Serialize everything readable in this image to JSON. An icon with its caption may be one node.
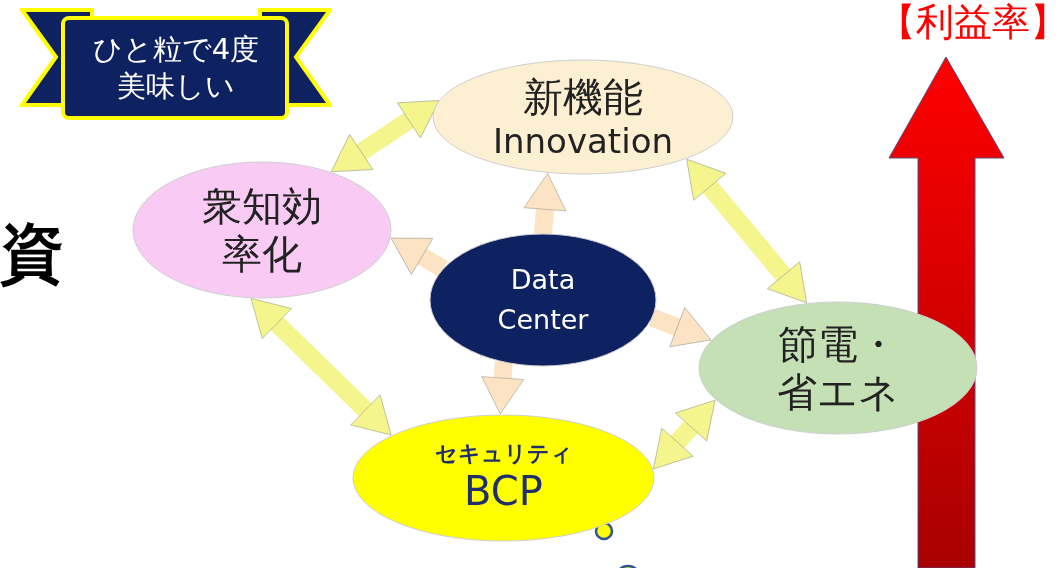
{
  "diagram": {
    "nodes": [
      {
        "text": [
          "ひと粒で4度美味しい"
        ]
      },
      {
        "text": [
          "新機能",
          "Innovation"
        ]
      },
      {
        "text": [
          "衆知効率化"
        ]
      },
      {
        "text": [
          "Data Center"
        ]
      },
      {
        "text": [
          "節電・省エネ"
        ]
      },
      {
        "text": [
          "セキュリティ",
          "BCP"
        ]
      }
    ],
    "edges": [
      {
        "from": 1,
        "to": 2,
        "arrow": "both",
        "color": "#f4f58c"
      },
      {
        "from": 1,
        "to": 4,
        "arrow": "both",
        "color": "#f4f58c"
      },
      {
        "from": 2,
        "to": 5,
        "arrow": "both",
        "color": "#f4f58c"
      },
      {
        "from": 5,
        "to": 4,
        "arrow": "both",
        "color": "#f4f58c"
      },
      {
        "from": 3,
        "to": 1,
        "arrow": "to",
        "color": "#fbe3c4"
      },
      {
        "from": 3,
        "to": 2,
        "arrow": "to",
        "color": "#fbe3c4"
      },
      {
        "from": 3,
        "to": 4,
        "arrow": "to",
        "color": "#fbe3c4"
      },
      {
        "from": 3,
        "to": 5,
        "arrow": "to",
        "color": "#fbe3c4"
      }
    ],
    "labels": [
      "【利益率】",
      "資"
    ]
  }
}
